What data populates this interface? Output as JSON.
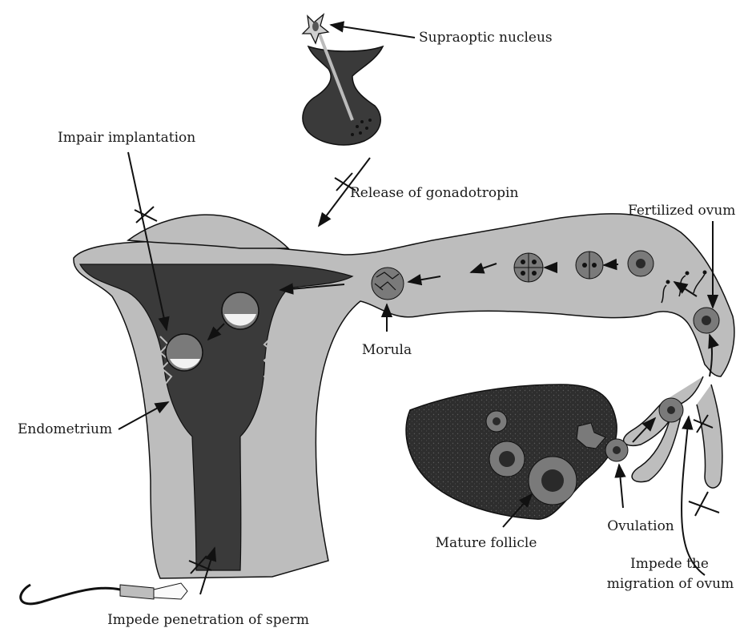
{
  "labels": {
    "supraoptic_nucleus": "Supraoptic nucleus",
    "impair_implantation": "Impair implantation",
    "release_gonadotropin": "Release of gonadotropin",
    "fertilized_ovum": "Fertilized ovum",
    "morula": "Morula",
    "endometrium": "Endometrium",
    "mature_follicle": "Mature follicle",
    "ovulation": "Ovulation",
    "impede_migration_line1": "Impede the",
    "impede_migration_line2": "migration of ovum",
    "impede_penetration": "Impede penetration of sperm"
  },
  "colors": {
    "dark": "#3a3a3a",
    "light": "#bdbdbd",
    "mid": "#7a7a7a",
    "ink": "#111111"
  }
}
